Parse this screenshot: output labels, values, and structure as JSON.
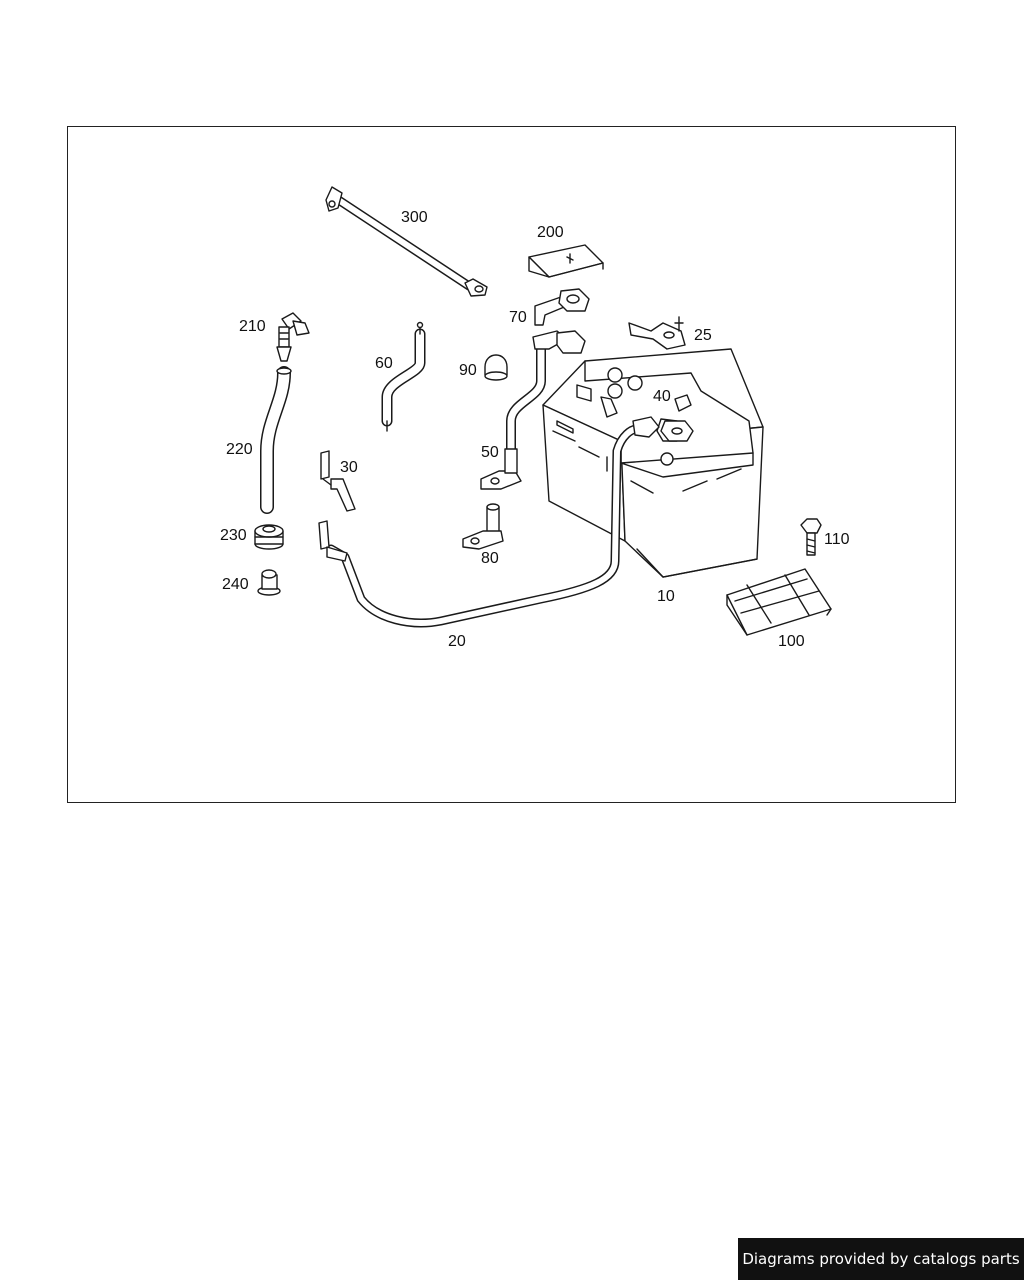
{
  "diagram": {
    "callouts": {
      "c10": "10",
      "c20": "20",
      "c25": "25",
      "c30": "30",
      "c40": "40",
      "c50": "50",
      "c60": "60",
      "c70": "70",
      "c80": "80",
      "c90": "90",
      "c100": "100",
      "c110": "110",
      "c200": "200",
      "c210": "210",
      "c220": "220",
      "c230": "230",
      "c240": "240",
      "c300": "300"
    }
  },
  "footer": {
    "credit": "Diagrams provided by catalogs parts",
    "background": "#111111",
    "text_color": "#ffffff"
  }
}
